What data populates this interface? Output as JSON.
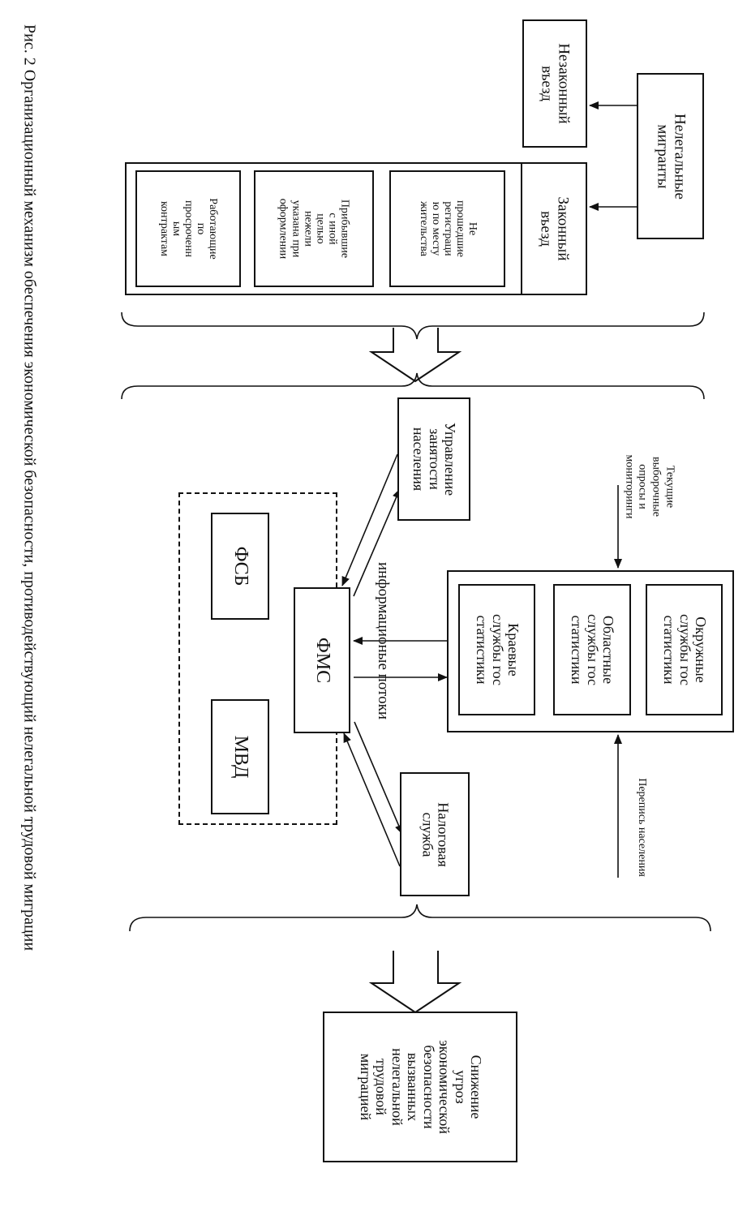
{
  "diagram": {
    "caption": "Рис. 2 Организационный механизм обеспечения экономической безопасности, противодействующий нелегальной трудовой миграции",
    "top_section": {
      "illegal_migrants": "Нелегальные\nмигранты",
      "illegal_entry": "Незаконный\nвъезд",
      "legal_entry": "Законный\nвъезд",
      "legal_entry_items": [
        "Не\nпрошедшие\nрегистраци\nю по месту\nжительства",
        "Прибывшие\nс иной\nцелью\nнежели\nуказана при\nоформлении",
        "Работающие\nпо\nпросроченн\nым\nконтрактам"
      ]
    },
    "middle_section": {
      "surveys_label": "Текущие выборочные\nопросы и мониторинги",
      "census_label": "Перепись населения",
      "statistics_services": [
        "Окружные\nслужбы гос\nстатистики",
        "Областные\nслужбы гос\nстатистики",
        "Краевые\nслужбы гос\nстатистики"
      ],
      "employment_office": "Управление\nзанятости\nнаселения",
      "tax_service": "Налоговая\nслужба",
      "info_flows_label": "информационые потоки",
      "fms": "ФМС",
      "fsb": "ФСБ",
      "mvd": "МВД"
    },
    "bottom_section": {
      "outcome": "Снижение\nугроз\nэкономической\nбезопасности\nвызванных\nнелегальной\nтрудовой\nмиграцией"
    }
  }
}
